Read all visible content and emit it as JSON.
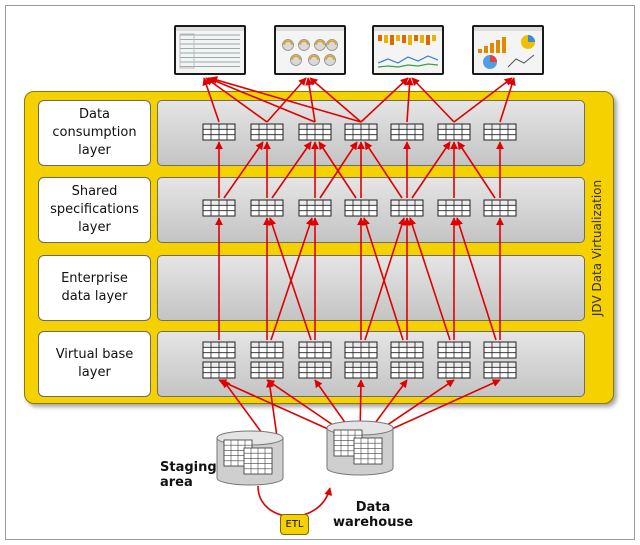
{
  "layers": [
    {
      "label": "Data\nconsumption\nlayer"
    },
    {
      "label": "Shared\nspecifications\nlayer"
    },
    {
      "label": "Enterprise\ndata layer"
    },
    {
      "label": "Virtual base\nlayer"
    }
  ],
  "side_label": "JDV Data Virtualization",
  "sources": {
    "staging": "Staging\narea",
    "warehouse": "Data\nwarehouse",
    "etl": "ETL"
  },
  "reports": [
    {
      "name": "report-table",
      "kind": "table"
    },
    {
      "name": "report-gauges",
      "kind": "gauges"
    },
    {
      "name": "report-bar-line",
      "kind": "barline"
    },
    {
      "name": "report-bar-pie",
      "kind": "barpie"
    }
  ],
  "colors": {
    "panel": "#f6d100",
    "arrow": "#e00000",
    "layer_box": "#d6d6d6"
  }
}
